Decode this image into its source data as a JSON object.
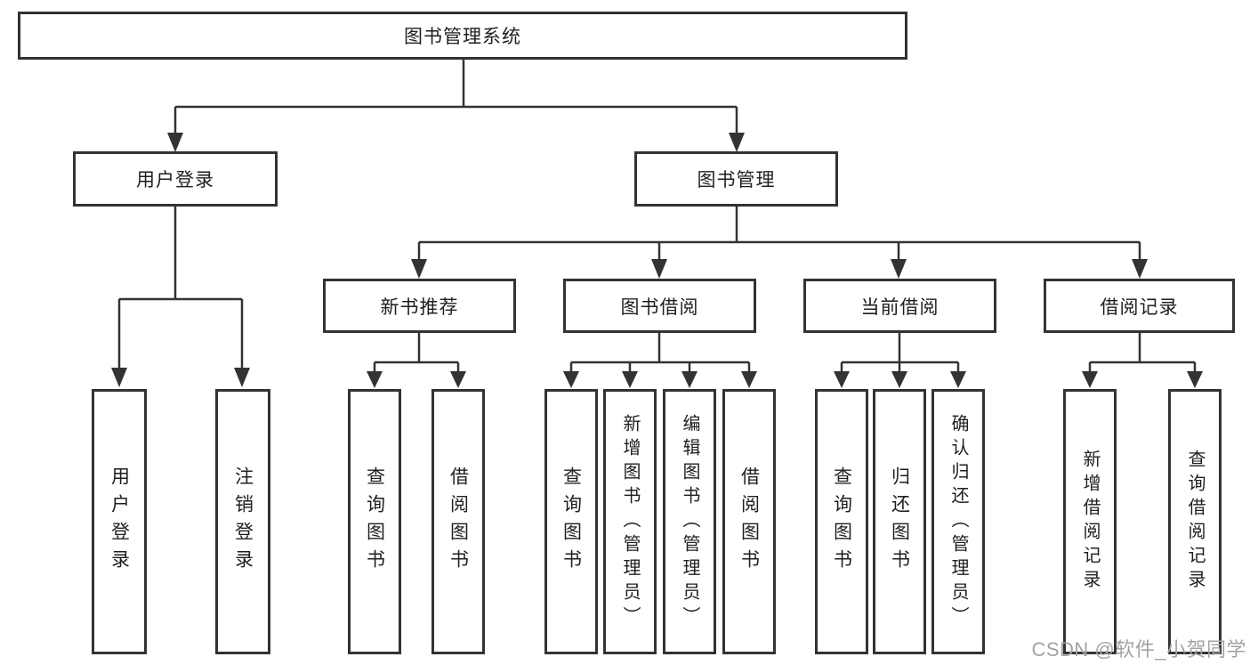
{
  "diagram": {
    "root": "图书管理系统",
    "branches": [
      {
        "label": "用户登录",
        "children": [
          "用户登录",
          "注销登录"
        ]
      },
      {
        "label": "图书管理",
        "children": [
          {
            "label": "新书推荐",
            "children": [
              "查询图书",
              "借阅图书"
            ]
          },
          {
            "label": "图书借阅",
            "children": [
              "查询图书",
              "新增图书（管理员）",
              "编辑图书（管理员）",
              "借阅图书"
            ]
          },
          {
            "label": "当前借阅",
            "children": [
              "查询图书",
              "归还图书",
              "确认归还（管理员）"
            ]
          },
          {
            "label": "借阅记录",
            "children": [
              "新增借阅记录",
              "查询借阅记录"
            ]
          }
        ]
      }
    ]
  },
  "watermark": {
    "text": "CSDN @软件_小贺同学"
  },
  "colors": {
    "line": "#333333",
    "box_border": "#333333",
    "text": "#1f1f1f",
    "watermark": "#a3a3a7",
    "background": "#ffffff"
  }
}
